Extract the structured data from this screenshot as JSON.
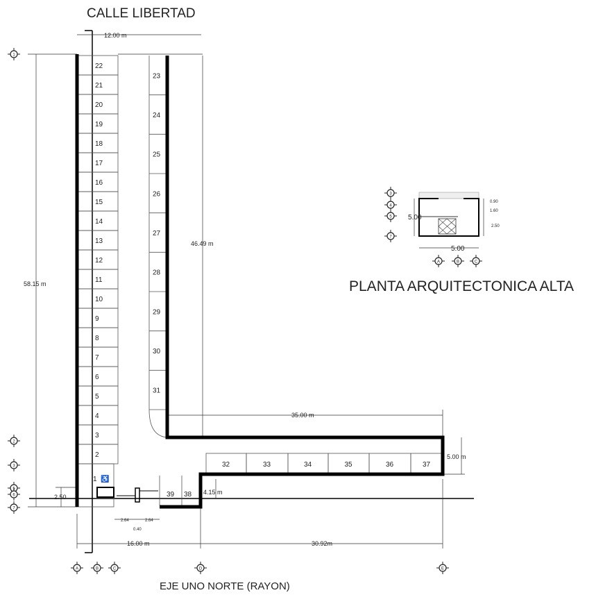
{
  "title_top": "CALLE LIBERTAD",
  "title_bottom": "EJE UNO NORTE (RAYON)",
  "inset_title": "PLANTA ARQUITECTONICA ALTA",
  "stalls_left": [
    "22",
    "21",
    "20",
    "19",
    "18",
    "17",
    "16",
    "15",
    "14",
    "13",
    "12",
    "11",
    "10",
    "9",
    "8",
    "7",
    "6",
    "5",
    "4",
    "3",
    "2"
  ],
  "stalls_right": [
    "23",
    "24",
    "25",
    "26",
    "27",
    "28",
    "29",
    "30",
    "31"
  ],
  "stalls_bottom": [
    "32",
    "33",
    "34",
    "35",
    "36",
    "37"
  ],
  "stalls_entry": [
    "39",
    "38"
  ],
  "stall_1": "1",
  "dims": {
    "top_width": "12.00 m",
    "total_height": "58.15 m",
    "inner_height": "46.49 m",
    "wing_length": "35.00 m",
    "wing_width": "5.00 m",
    "entry_depth": "4.15 m",
    "left_offset": "2.50",
    "bottom_left": "16.00 m",
    "bottom_right": "30.92m",
    "gap_a": "2.64",
    "gap_b": "2.64",
    "gap_c": "0.40"
  },
  "inset": {
    "width": "5.00",
    "height": "5.00",
    "d1": "0.90",
    "d2": "1.60",
    "d3": "2.50",
    "rows": [
      "3",
      "4",
      "5",
      "7"
    ],
    "cols": [
      "A",
      "B",
      "C"
    ]
  },
  "grid_rows": [
    "1",
    "2",
    "3",
    "5",
    "6",
    "7"
  ],
  "grid_cols": [
    "A",
    "B",
    "C",
    "D",
    "E"
  ]
}
